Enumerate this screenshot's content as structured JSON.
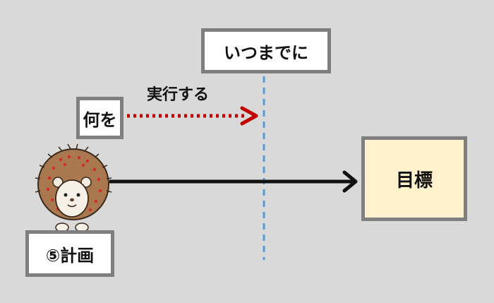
{
  "labels": {
    "deadline": "いつまでに",
    "what": "何を",
    "execute": "実行する",
    "goal": "目標",
    "plan": "⑤計画"
  },
  "colors": {
    "background": "#d9d9d9",
    "box_border": "#7f7f7f",
    "goal_fill": "#fff2cc",
    "dotted_arrow": "#c00000",
    "deadline_line": "#5b9bd5",
    "main_arrow": "#111111"
  },
  "icons": {
    "mascot": "hedgehog-mascot-icon"
  }
}
